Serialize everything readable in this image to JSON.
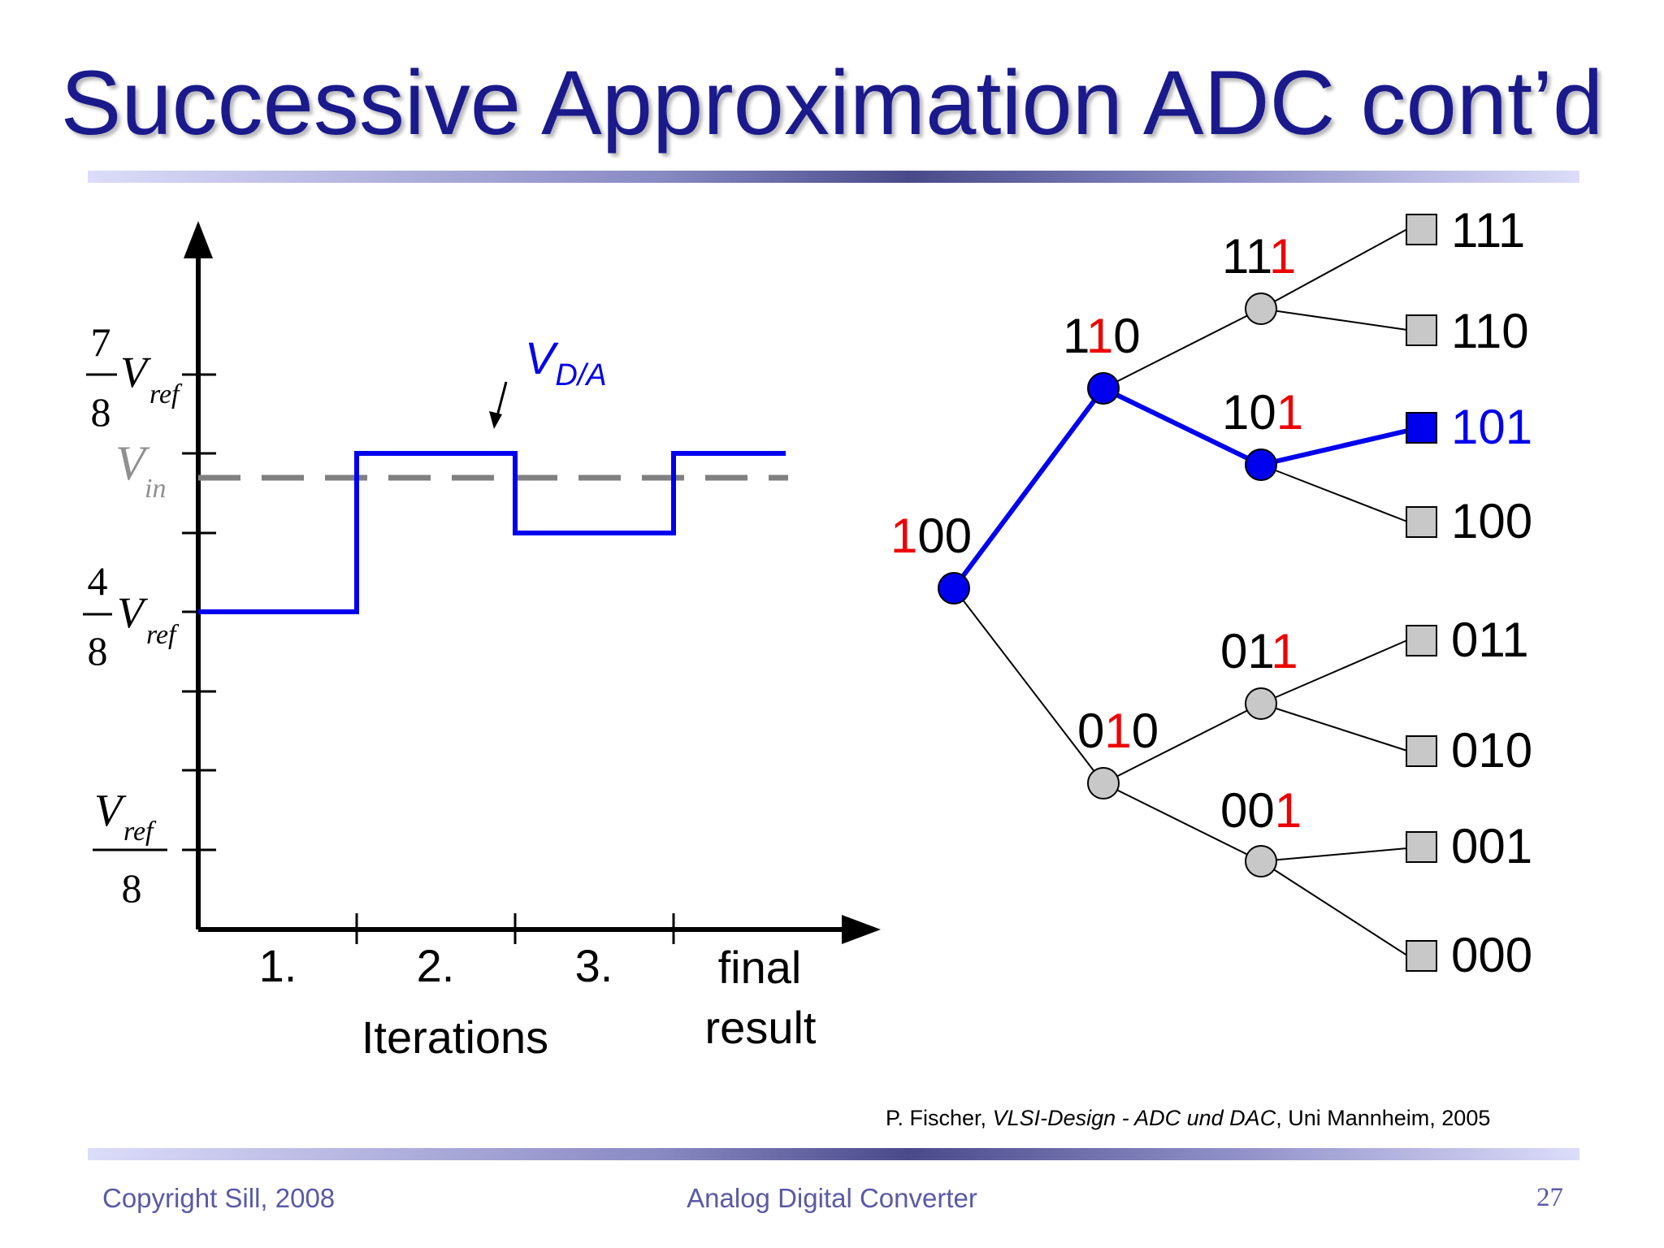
{
  "title": "Successive Approximation ADC cont’d",
  "colors": {
    "title": "#1a1a8c",
    "footer": "#5a5aa6",
    "path": "#0000ee",
    "highlight_bit": "#ee0000",
    "node_grey": "#c8c8c8",
    "vin_dash": "#808080"
  },
  "graph": {
    "y_labels": {
      "seven_eighths": {
        "num": "7",
        "den": "8",
        "var": "V",
        "sub": "ref"
      },
      "vin": {
        "var": "V",
        "sub": "in"
      },
      "four_eighths": {
        "num": "4",
        "den": "8",
        "var": "V",
        "sub": "ref"
      },
      "one_eighth": {
        "var": "V",
        "sub": "ref",
        "den": "8"
      }
    },
    "vda_label": {
      "main": "V",
      "sub": "D/A"
    },
    "x_labels": [
      "1.",
      "2.",
      "3.",
      "final"
    ],
    "x_label_extra": "result",
    "x_axis_title": "Iterations"
  },
  "chart_data": {
    "type": "line",
    "series": [
      {
        "name": "VD/A",
        "x": [
          "1.",
          "2.",
          "3.",
          "final result"
        ],
        "values": [
          4,
          6,
          5,
          6
        ],
        "unit": "Vref/8"
      }
    ],
    "vin_level": 5.7,
    "yticks": [
      1,
      2,
      3,
      4,
      5,
      6,
      7
    ]
  },
  "tree": {
    "root": {
      "prefix": "",
      "bit": "1",
      "suffix": "00"
    },
    "l1_upper": {
      "prefix": "1",
      "bit": "1",
      "suffix": "0"
    },
    "l1_lower": {
      "prefix": "0",
      "bit": "1",
      "suffix": "0"
    },
    "l2_a": {
      "prefix": "11",
      "bit": "1",
      "suffix": ""
    },
    "l2_b": {
      "prefix": "10",
      "bit": "1",
      "suffix": ""
    },
    "l2_c": {
      "prefix": "01",
      "bit": "1",
      "suffix": ""
    },
    "l2_d": {
      "prefix": "00",
      "bit": "1",
      "suffix": ""
    },
    "leaves": [
      "111",
      "110",
      "101",
      "100",
      "011",
      "010",
      "001",
      "000"
    ],
    "selected_leaf": "101"
  },
  "citation": {
    "author": "P. Fischer, ",
    "work": "VLSI-Design - ADC und DAC",
    "rest": ", Uni Mannheim, 2005"
  },
  "footer": {
    "left": "Copyright Sill, 2008",
    "center": "Analog Digital Converter",
    "page": "27"
  }
}
